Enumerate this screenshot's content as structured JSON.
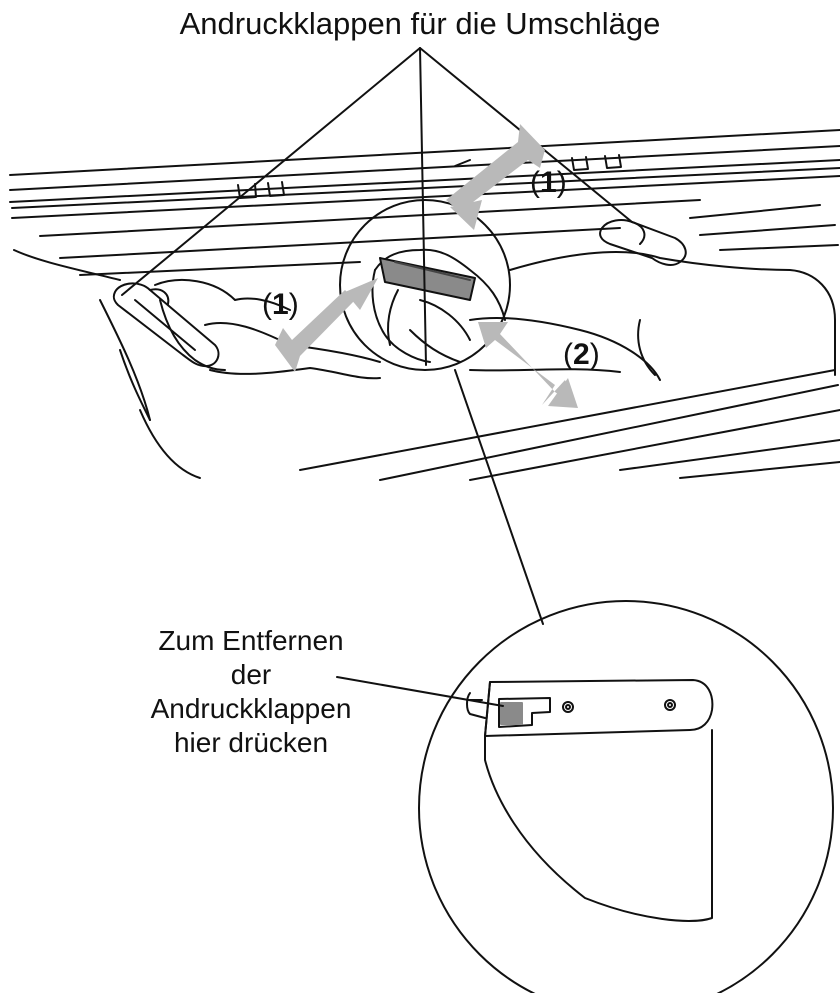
{
  "title": "Andruckklappen für die Umschläge",
  "callouts": [
    {
      "number": "1"
    },
    {
      "number": "1"
    },
    {
      "number": "2"
    }
  ],
  "instruction": {
    "line1": "Zum Entfernen",
    "line2": "der",
    "line3": "Andruckklappen",
    "line4": "hier drücken"
  },
  "colors": {
    "line": "#111111",
    "arrow": "#b9b9b9",
    "tab_fill": "#8a8a8a",
    "background": "#ffffff"
  }
}
